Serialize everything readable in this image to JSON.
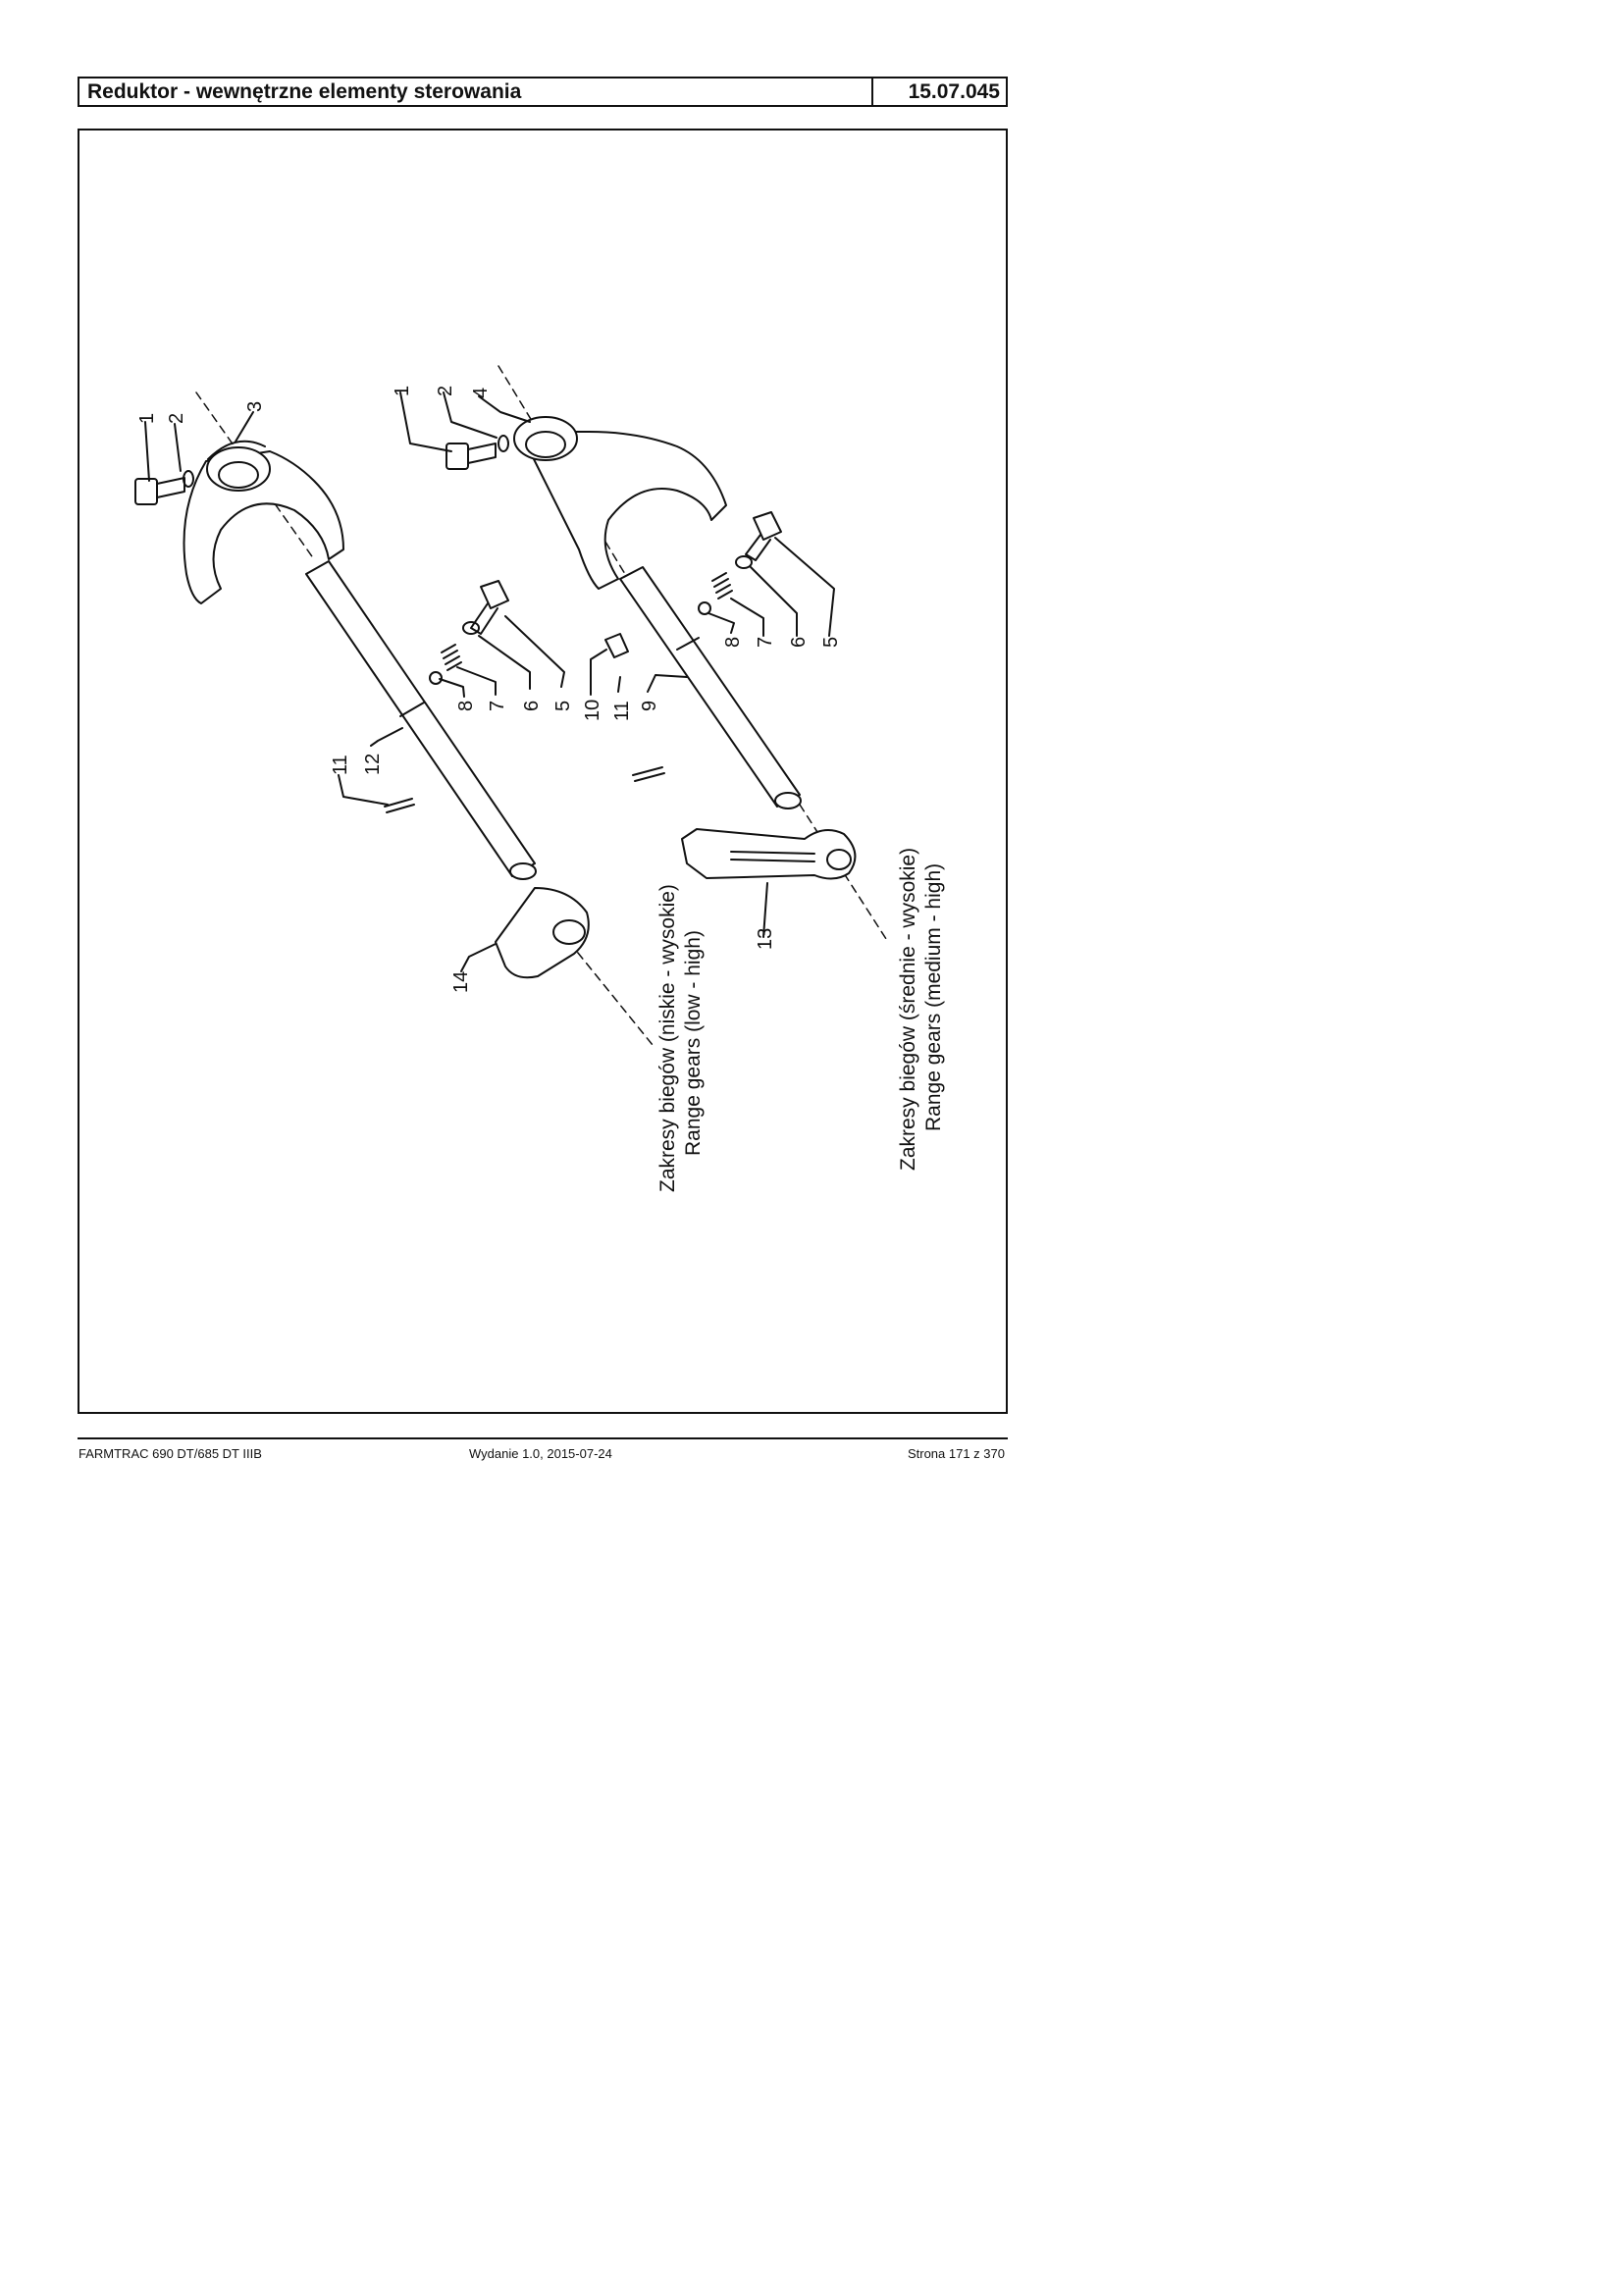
{
  "header": {
    "title": "Reduktor - wewnętrzne elementy sterowania",
    "code": "15.07.045"
  },
  "callouts": [
    "1",
    "2",
    "3",
    "1",
    "2",
    "4",
    "5",
    "6",
    "7",
    "8",
    "10",
    "11",
    "9",
    "8",
    "7",
    "6",
    "5",
    "11",
    "12",
    "13",
    "14"
  ],
  "captions": {
    "low_high_pl": "Zakresy biegów (niskie - wysokie)",
    "low_high_en": "Range gears (low - high)",
    "medium_high_pl": "Zakresy biegów (średnie - wysokie)",
    "medium_high_en": "Range gears (medium - high)"
  },
  "footer": {
    "model": "FARMTRAC 690 DT/685 DT IIIB",
    "edition": "Wydanie 1.0,  2015-07-24",
    "page": "Strona 171 z 370"
  }
}
